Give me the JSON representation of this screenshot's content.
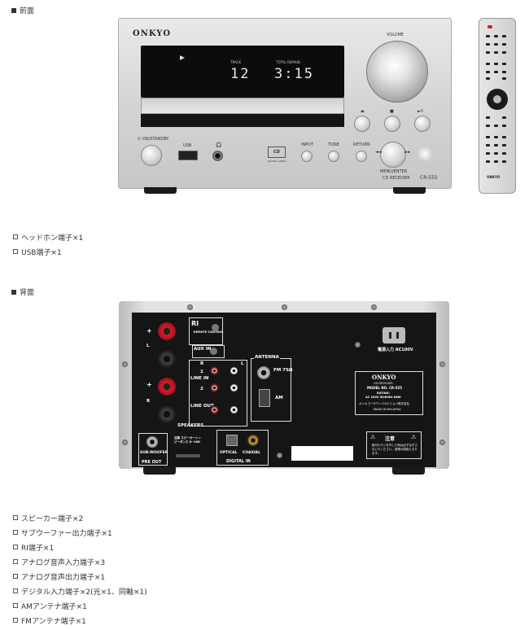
{
  "sections": {
    "front": {
      "heading": "前面"
    },
    "rear": {
      "heading": "背面"
    }
  },
  "front_panel": {
    "brand": "ONKYO",
    "volume_label": "VOLUME",
    "track_label": "TRACK",
    "total_remain_label": "TOTAL REMAIN",
    "track_value": "12",
    "time_value": "3:15",
    "on_standby_label": "ON/STANDBY",
    "usb_label": "USB",
    "input_label": "INPUT",
    "tone_label": "TONE",
    "return_label": "RETURN",
    "menu_enter_label": "MENU/ENTER",
    "model_label": "CD RECEIVER",
    "model_number": "CR-555",
    "cd_logo_text": "DIGITAL AUDIO",
    "cd_logo_mark": "disc"
  },
  "remote": {
    "brand": "ONKYO"
  },
  "front_features": [
    "ヘッドホン端子×1",
    "USB端子×1"
  ],
  "rear_panel": {
    "ri_label": "RI",
    "remote_control_label": "REMOTE CONTROL",
    "aux_in_label": "AUX IN",
    "line_in_label": "LINE IN",
    "line_out_label": "LINE OUT",
    "ch1_label": "1",
    "ch2_label": "2",
    "r_label": "R",
    "l_label": "L",
    "antenna_label": "ANTENNA",
    "fm_label": "FM 75Ω",
    "am_label": "AM",
    "speakers_label": "SPEAKERS",
    "plus_label": "+",
    "speaker_r_label": "R",
    "speaker_l_label": "L",
    "subwoofer_label": "SUB-WOOFER",
    "pre_out_label": "PRE OUT",
    "caution_small": "注意 スピーカーインピーダンス 6~16Ω",
    "optical_label": "OPTICAL",
    "coaxial_label": "COAXIAL",
    "digital_in_label": "DIGITAL IN",
    "power_label": "電源入力 AC100V",
    "plate_brand": "ONKYO",
    "plate_type": "CD RECEIVER",
    "plate_model": "MODEL NO. CR-555",
    "plate_rating": "RATING:",
    "plate_power": "AC 100V 50/60Hz 68W",
    "plate_maker": "オンキヨーサウンド&ビジョン株式会社",
    "plate_origin": "MADE IN MALAYSIA",
    "caution_title": "注意",
    "caution_text": "取付けネジを外した時は必ずはずさないでください。感電の原因となります。"
  },
  "rear_features": [
    "スピーカー端子×2",
    "サブウーファー出力端子×1",
    "RI端子×1",
    "アナログ音声入力端子×3",
    "アナログ音声出力端子×1",
    "デジタル入力端子×2(光×1、同軸×1)",
    "AMアンテナ端子×1",
    "FMアンテナ端子×1"
  ]
}
